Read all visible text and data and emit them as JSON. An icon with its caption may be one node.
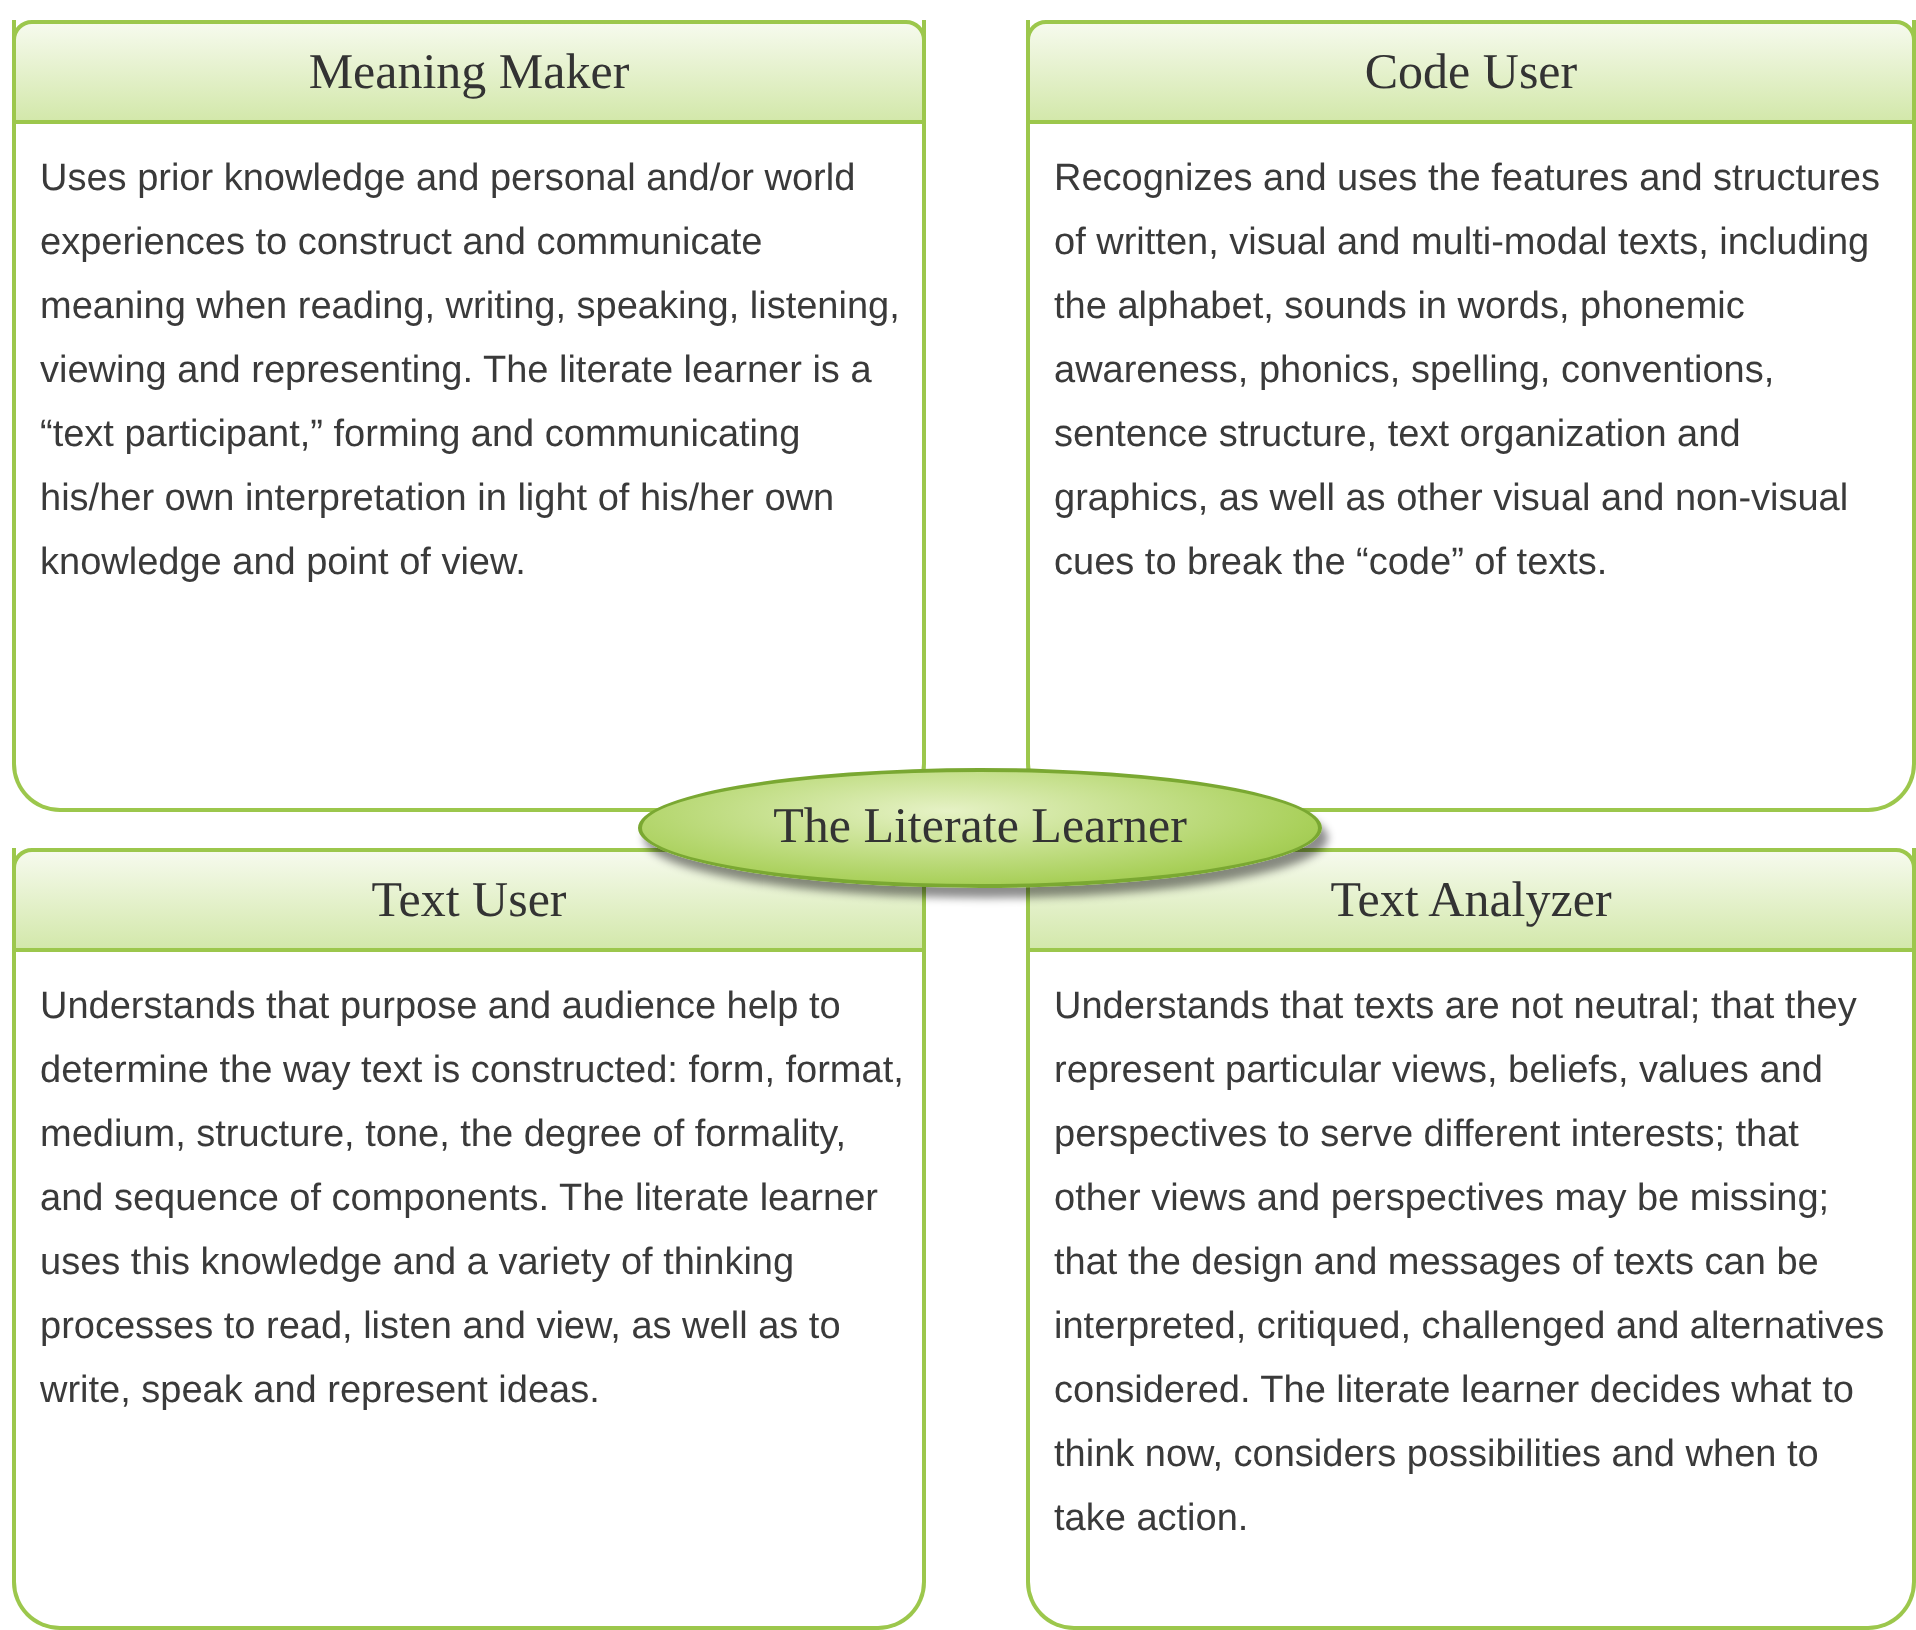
{
  "diagram": {
    "nodes": [
      {
        "text": [
          "Meaning Maker",
          "Uses prior knowledge and personal and/or world experiences to construct and communicate meaning when reading, writing, speaking, listening, viewing and representing. The literate learner is a “text participant,” forming and communicating his/her own interpretation in light of his/her own knowledge and point of view."
        ]
      },
      {
        "text": [
          "Code User",
          "Recognizes and uses the features and structures of written, visual and multi-modal texts, including the alphabet, sounds in words, phonemic awareness, phonics, spelling, conventions, sentence structure, text organization and graphics, as well as other visual and non-visual cues to break the “code” of texts."
        ]
      },
      {
        "text": [
          "The Literate Learner"
        ]
      },
      {
        "text": [
          "Text User",
          "Understands that purpose and audience help to determine the way text is constructed: form, format, medium, structure, tone, the degree of formality, and sequence of components. The literate learner uses this knowledge and a variety of thinking processes to read, listen and view, as well as to write, speak and represent ideas."
        ]
      },
      {
        "text": [
          "Text Analyzer",
          "Understands that texts are not neutral; that they represent particular views, beliefs, values and perspectives to serve different interests; that other views and perspectives may be missing; that the design and messages of texts can be interpreted, critiqued, challenged and alternatives considered. The literate learner decides what to think now, considers possibilities and when to take action."
        ]
      }
    ]
  }
}
